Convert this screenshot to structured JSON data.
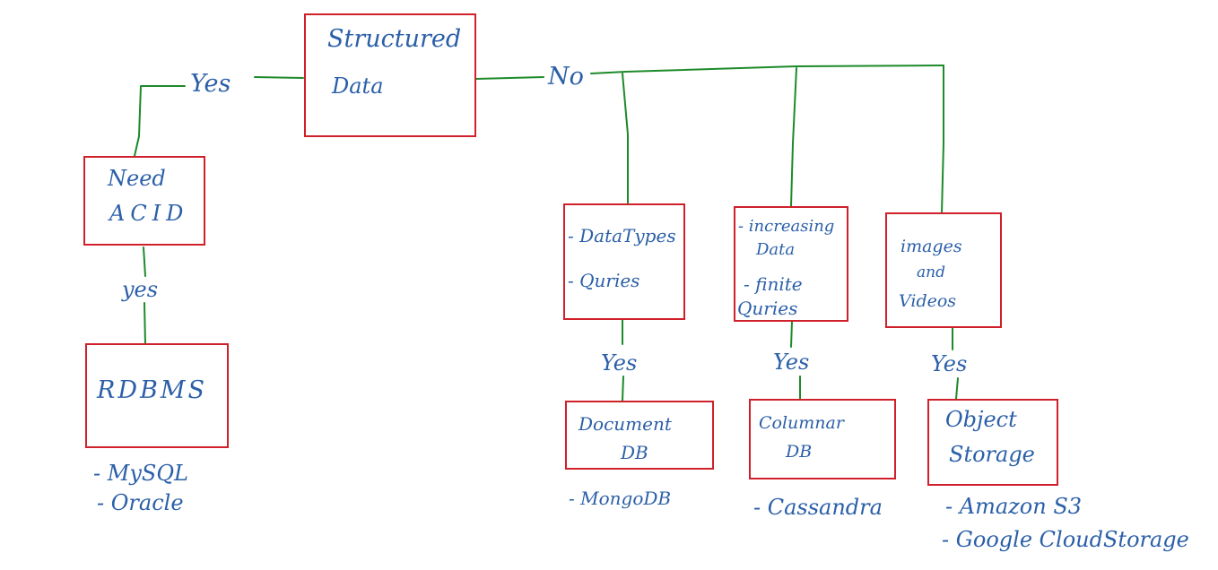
{
  "nodes": {
    "structured": {
      "line1": "Structured",
      "line2": "Data"
    },
    "acid": {
      "line1": "Need",
      "line2": "ACID"
    },
    "rdbms": {
      "label": "RDBMS"
    },
    "doc_criteria": {
      "line1": "- DataTypes",
      "line2": "- Quries"
    },
    "col_criteria": {
      "line1": "- increasing",
      "line2": "Data",
      "line3": "- finite",
      "line4": "Quries"
    },
    "obj_criteria": {
      "line1": "images",
      "line2": "and",
      "line3": "Videos"
    },
    "document_db": {
      "line1": "Document",
      "line2": "DB"
    },
    "columnar_db": {
      "line1": "Columnar",
      "line2": "DB"
    },
    "object_storage": {
      "line1": "Object",
      "line2": "Storage"
    }
  },
  "edges": {
    "structured_yes": "Yes",
    "structured_no": "No",
    "acid_yes": "yes",
    "doc_yes": "Yes",
    "col_yes": "Yes",
    "obj_yes": "Yes"
  },
  "examples": {
    "rdbms": [
      "- MySQL",
      "- Oracle"
    ],
    "document": [
      "- MongoDB"
    ],
    "columnar": [
      "- Cassandra"
    ],
    "object": [
      "- Amazon S3",
      "- Google CloudStorage"
    ]
  },
  "colors": {
    "box_border": "#d0202a",
    "connector": "#1d8a2a",
    "handwriting": "#2b5fa8",
    "background": "#ffffff"
  }
}
